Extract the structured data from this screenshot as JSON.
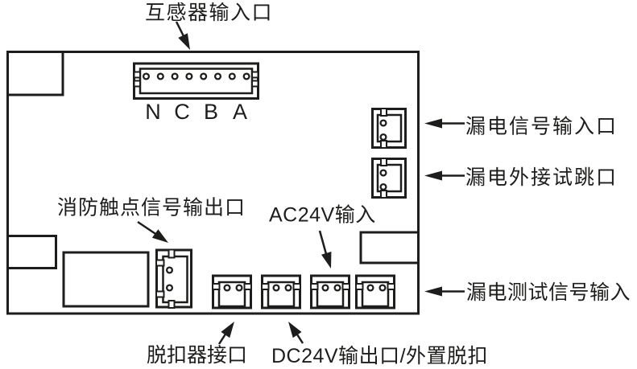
{
  "diagram": {
    "board_pin_labels": [
      "N",
      "C",
      "B",
      "A"
    ],
    "labels": {
      "transformer_input": "互感器输入口",
      "leakage_signal_input": "漏电信号输入口",
      "leakage_external_test_trip": "漏电外接试跳口",
      "fire_contact_signal_output": "消防触点信号输出口",
      "ac24v_input": "AC24V输入",
      "leakage_test_signal_input": "漏电测试信号输入",
      "trip_unit_port": "脱扣器接口",
      "dc24v_output_external_trip": "DC24V输出口/外置脱扣"
    },
    "colors": {
      "line": "#1d1d1b",
      "background": "#ffffff"
    }
  }
}
